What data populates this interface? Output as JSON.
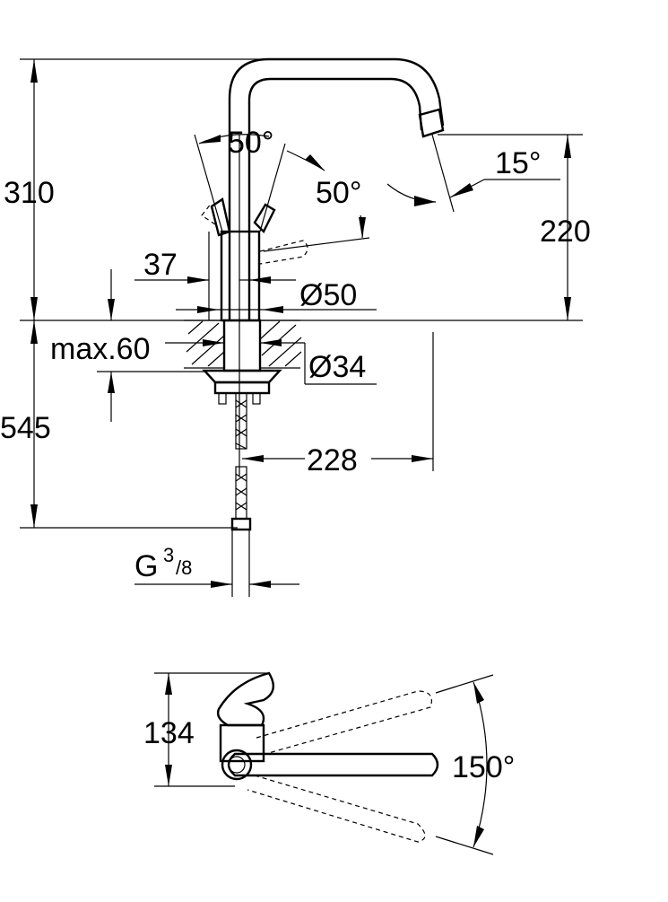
{
  "dimensions": {
    "overall_height": "310",
    "spout_height": "220",
    "total_length": "545",
    "lever_angle_back": "50°",
    "lever_angle_front": "50°",
    "spout_angle": "15°",
    "lever_offset": "37",
    "base_diameter": "Ø50",
    "deck_max": "max.60",
    "hole_diameter": "Ø34",
    "reach": "228",
    "connection_main": "G",
    "connection_num": "3",
    "connection_den": "/8",
    "plan_depth": "134",
    "swivel_angle": "150°"
  }
}
